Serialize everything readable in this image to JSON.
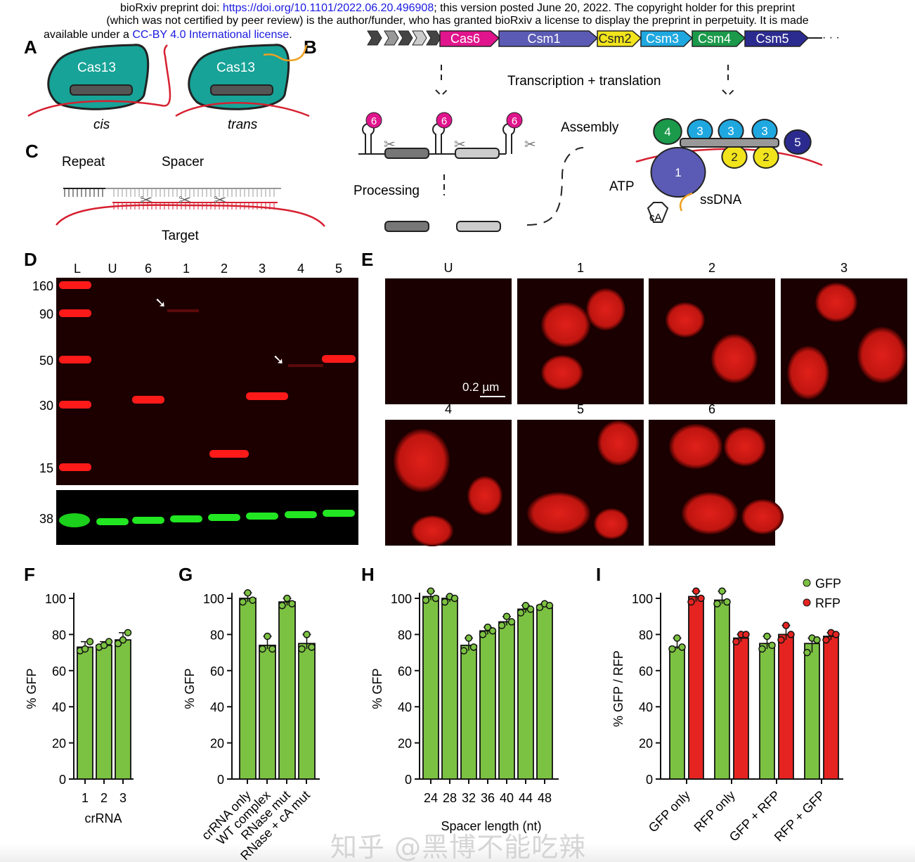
{
  "header": {
    "line1_prefix": "bioRxiv preprint doi: ",
    "doi_link": "https://doi.org/10.1101/2022.06.20.496908",
    "line1_suffix": "; this version posted June 20, 2022. The copyright holder for this preprint",
    "line2": "(which was not certified by peer review) is the author/funder, who has granted bioRxiv a license to display the preprint in perpetuity. It is made",
    "line3_prefix": "available under a ",
    "license_link": "CC-BY 4.0 International license",
    "line3_suffix": "."
  },
  "panels": {
    "A": "A",
    "B": "B",
    "C": "C",
    "D": "D",
    "E": "E",
    "F": "F",
    "G": "G",
    "H": "H",
    "I": "I"
  },
  "panel_a": {
    "protein": "Cas13",
    "cis": "cis",
    "trans": "trans"
  },
  "panel_b": {
    "genes": [
      "Cas6",
      "Csm1",
      "Csm2",
      "Csm3",
      "Csm4",
      "Csm5"
    ],
    "gene_colors": [
      "#e0148c",
      "#5b5bb5",
      "#f2e41c",
      "#1fa8e0",
      "#1a9a4a",
      "#2b2b8f"
    ],
    "ellipsis": "· · ·",
    "transcription": "Transcription + translation",
    "processing": "Processing",
    "assembly": "Assembly",
    "cas6_label": "6",
    "complex_subunits": [
      "4",
      "3",
      "3",
      "3",
      "5",
      "1",
      "2",
      "2"
    ],
    "atp": "ATP",
    "ca": "cA",
    "ssdna": "ssDNA"
  },
  "panel_c": {
    "repeat": "Repeat",
    "spacer": "Spacer",
    "target": "Target"
  },
  "panel_d": {
    "lanes": [
      "L",
      "U",
      "6",
      "1",
      "2",
      "3",
      "4",
      "5"
    ],
    "mw_markers": [
      "160",
      "90",
      "50",
      "30",
      "15"
    ],
    "loading_marker": "38"
  },
  "panel_e": {
    "images": [
      "U",
      "1",
      "2",
      "3",
      "4",
      "5",
      "6"
    ],
    "scale_bar": "0.2 µm"
  },
  "chart_data": [
    {
      "id": "F",
      "type": "bar",
      "categories": [
        "1",
        "2",
        "3"
      ],
      "values": [
        73,
        74,
        77
      ],
      "points": [
        [
          71,
          72,
          76
        ],
        [
          73,
          74,
          76
        ],
        [
          75,
          77,
          81
        ]
      ],
      "xlabel": "crRNA",
      "ylabel": "% GFP",
      "ylim": [
        0,
        100
      ],
      "yticks": [
        "0",
        "20",
        "40",
        "60",
        "80",
        "100"
      ],
      "color": "#7cc242"
    },
    {
      "id": "G",
      "type": "bar",
      "categories": [
        "crRNA only",
        "WT complex",
        "RNase mut",
        "RNase + cA mut"
      ],
      "values": [
        100,
        74,
        98,
        75
      ],
      "points": [
        [
          98,
          103,
          99
        ],
        [
          72,
          79,
          72
        ],
        [
          96,
          100,
          97
        ],
        [
          72,
          80,
          73
        ]
      ],
      "xlabel": "",
      "ylabel": "% GFP",
      "ylim": [
        0,
        100
      ],
      "yticks": [
        "0",
        "20",
        "40",
        "60",
        "80",
        "100"
      ],
      "color": "#7cc242"
    },
    {
      "id": "H",
      "type": "bar",
      "categories": [
        "24",
        "28",
        "32",
        "36",
        "40",
        "44",
        "48"
      ],
      "values": [
        101,
        100,
        74,
        82,
        87,
        94,
        96
      ],
      "points": [
        [
          99,
          104,
          100
        ],
        [
          98,
          101,
          100
        ],
        [
          71,
          78,
          73
        ],
        [
          80,
          84,
          82
        ],
        [
          85,
          90,
          87
        ],
        [
          92,
          96,
          94
        ],
        [
          95,
          97,
          96
        ]
      ],
      "xlabel": "Spacer length (nt)",
      "ylabel": "% GFP",
      "ylim": [
        0,
        100
      ],
      "yticks": [
        "0",
        "20",
        "40",
        "60",
        "80",
        "100"
      ],
      "color": "#7cc242"
    },
    {
      "id": "I",
      "type": "bar",
      "categories": [
        "GFP only",
        "RFP only",
        "GFP + RFP",
        "RFP + GFP"
      ],
      "series": [
        {
          "name": "GFP",
          "values": [
            73,
            99,
            75,
            75
          ],
          "points": [
            [
              72,
              78,
              73
            ],
            [
              97,
              104,
              98
            ],
            [
              72,
              79,
              74
            ],
            [
              70,
              78,
              77
            ]
          ],
          "color": "#7cc242"
        },
        {
          "name": "RFP",
          "values": [
            101,
            78,
            80,
            79
          ],
          "points": [
            [
              98,
              104,
              100
            ],
            [
              76,
              80,
              80
            ],
            [
              77,
              85,
              80
            ],
            [
              77,
              81,
              80
            ]
          ],
          "color": "#e52421"
        }
      ],
      "ylabel": "% GFP / RFP",
      "ylim": [
        0,
        100
      ],
      "yticks": [
        "0",
        "20",
        "40",
        "60",
        "80",
        "100"
      ],
      "legend": "top-right"
    }
  ],
  "watermark": "知乎 @黑博不能吃辣"
}
